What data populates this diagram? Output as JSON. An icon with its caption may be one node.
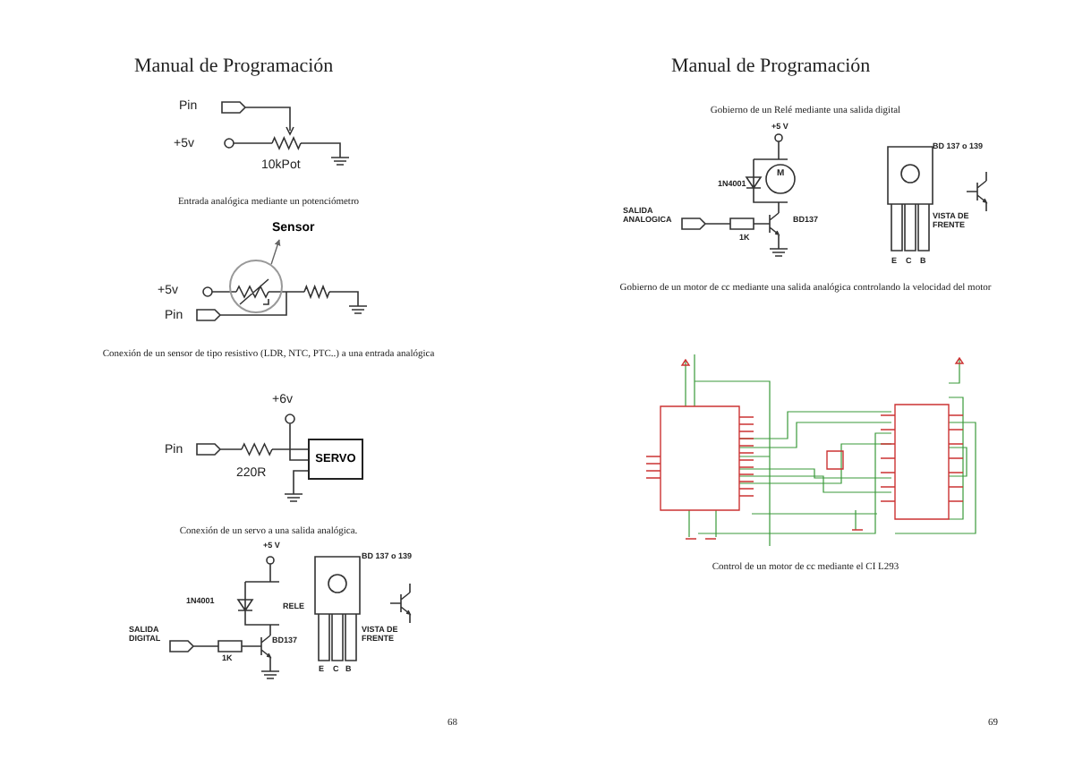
{
  "diagram": {
    "nodes": [
      {
        "text": [
          "SERVO"
        ]
      },
      {
        "text": [
          "Sensor"
        ]
      },
      {
        "text": [],
        "shape": "circle"
      }
    ],
    "edges": [
      {
        "from": 2,
        "to": 1,
        "arrow": "to"
      }
    ],
    "labels": [
      "Manual de Programación",
      "Pin",
      "+5v",
      "10kPot",
      "Entrada analógica mediante un potenciómetro",
      "+5v",
      "Pin",
      "Conexión de un sensor de tipo resistivo (LDR, NTC, PTC..) a una entrada analógica",
      "+6v",
      "Pin",
      "220R",
      "Conexión de un servo a una salida analógica.",
      "+5 V",
      "1N4001",
      "RELE",
      "SALIDA DIGITAL",
      "1K",
      "BD137",
      "BD 137 o 139",
      "VISTA DE FRENTE",
      "E",
      "C",
      "B",
      "68",
      "Manual de Programación",
      "Gobierno de un Relé mediante una salida digital",
      "+5 V",
      "1N4001",
      "M",
      "SALIDA ANALOGICA",
      "1K",
      "BD137",
      "BD 137 o 139",
      "VISTA DE FRENTE",
      "E",
      "C",
      "B",
      "Gobierno de un motor de cc mediante una salida analógica controlando la velocidad del motor",
      "Control de un motor de cc mediante el CI L293",
      "69"
    ]
  }
}
